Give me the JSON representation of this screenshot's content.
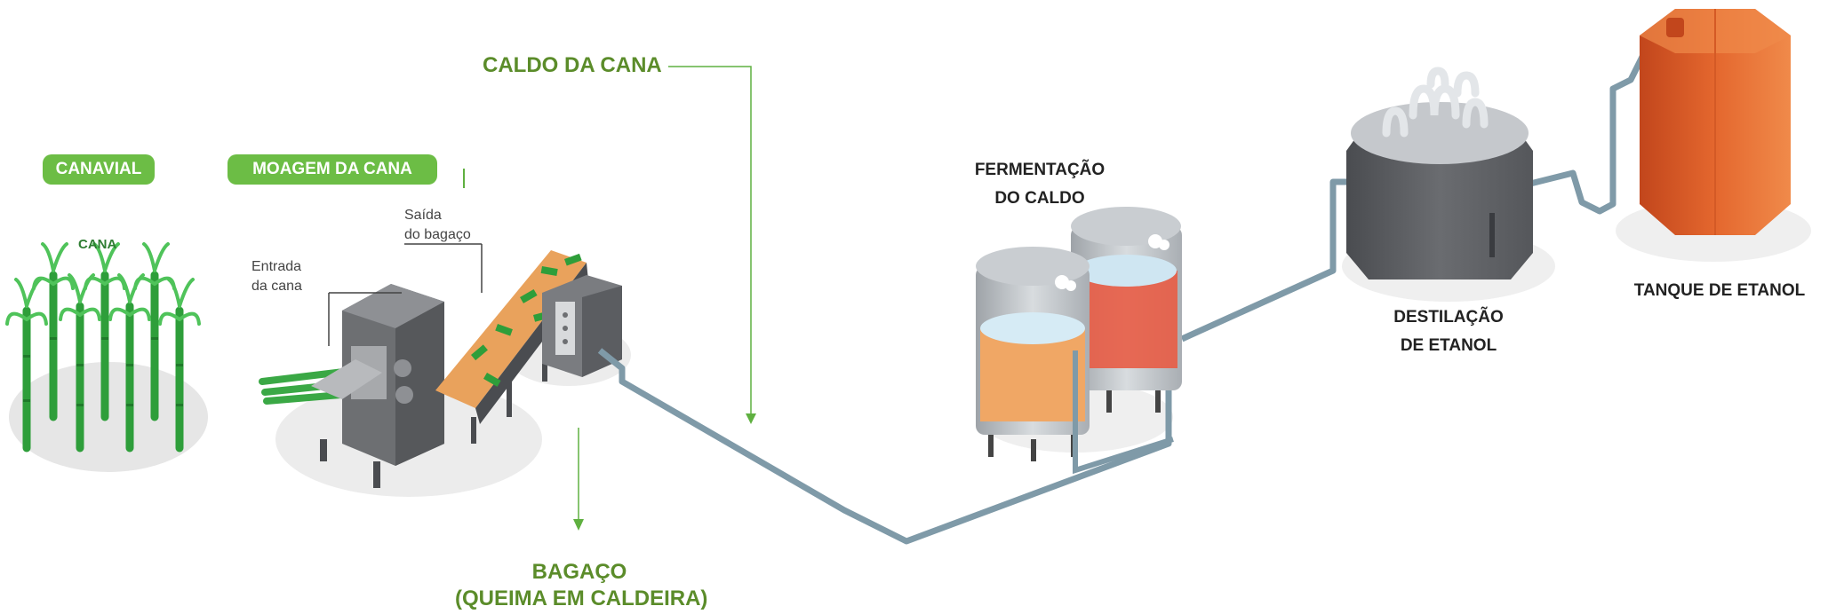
{
  "labels": {
    "canavial": "CANAVIAL",
    "cana": "CANA",
    "moagem": "MOAGEM DA CANA",
    "entrada_line1": "Entrada",
    "entrada_line2": "da cana",
    "saida_line1": "Saída",
    "saida_line2": "do bagaço",
    "caldo": "CALDO DA CANA",
    "bagaco_line1": "BAGAÇO",
    "bagaco_line2": "(QUEIMA EM CALDEIRA)",
    "fermentacao_line1": "FERMENTAÇÃO",
    "fermentacao_line2": "DO CALDO",
    "destilacao_line1": "DESTILAÇÃO",
    "destilacao_line2": "DE ETANOL",
    "tanque": "TANQUE DE ETANOL"
  },
  "colors": {
    "pill_green": "#6cbd45",
    "label_green": "#5b8c2a",
    "arrow_green": "#5fb040",
    "cane_green": "#2e9e3a",
    "pipe": "#7f9aa8",
    "machine_gray": "#6d6f72",
    "conveyor_orange": "#e9a25c",
    "juice_orange": "#f0a765",
    "juice_red": "#e85c45",
    "still_dark": "#5a5c60",
    "tank_orange": "#e4672e"
  },
  "icons": {
    "canavial": "sugarcane-field-icon",
    "moagem": "crushing-mill-icon",
    "fermentation": "fermentation-tanks-icon",
    "distillation": "distillation-column-icon",
    "tank": "ethanol-tank-icon"
  }
}
